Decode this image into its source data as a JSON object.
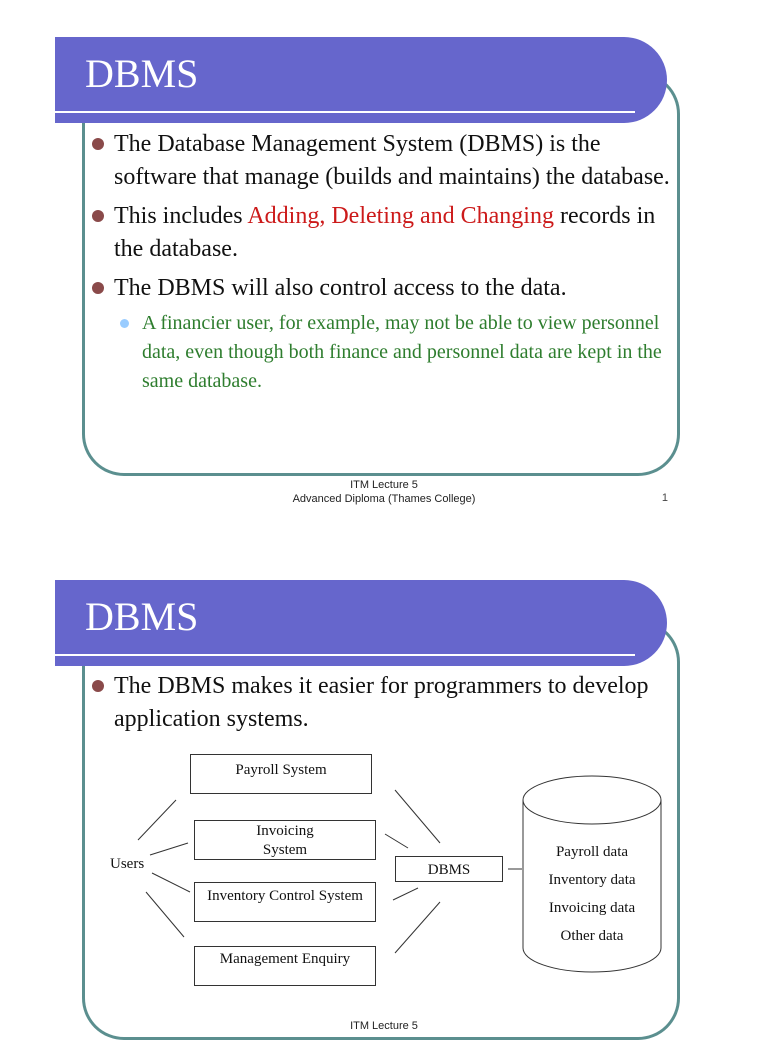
{
  "slide1": {
    "title": "DBMS",
    "bullets": [
      "The Database Management System (DBMS) is the software that manage (builds and maintains) the database.",
      {
        "prefix": "This includes ",
        "highlight": "Adding, Deleting and Changing",
        "suffix": " records in the database."
      },
      "The DBMS will also control access to the data."
    ],
    "sub_bullet": "A financier user, for example, may not be able to view personnel data, even though both finance and personnel data are kept in the same database.",
    "footer_line1": "ITM Lecture 5",
    "footer_line2": "Advanced Diploma (Thames College)",
    "page_number": "1"
  },
  "slide2": {
    "title": "DBMS",
    "bullet": "The DBMS makes it easier for programmers to develop application systems.",
    "diagram": {
      "users_label": "Users",
      "systems": [
        "Payroll System",
        "Invoicing System",
        "Inventory Control System",
        "Management Enquiry"
      ],
      "dbms_label": "DBMS",
      "data_items": [
        "Payroll data",
        "Inventory data",
        "Invoicing data",
        "Other data"
      ]
    },
    "footer_line1": "ITM Lecture 5"
  },
  "colors": {
    "title_bar": "#6666cc",
    "frame": "#5b8f8f",
    "highlight": "#cc1a1a",
    "sub_bullet": "#2e7d2e"
  }
}
